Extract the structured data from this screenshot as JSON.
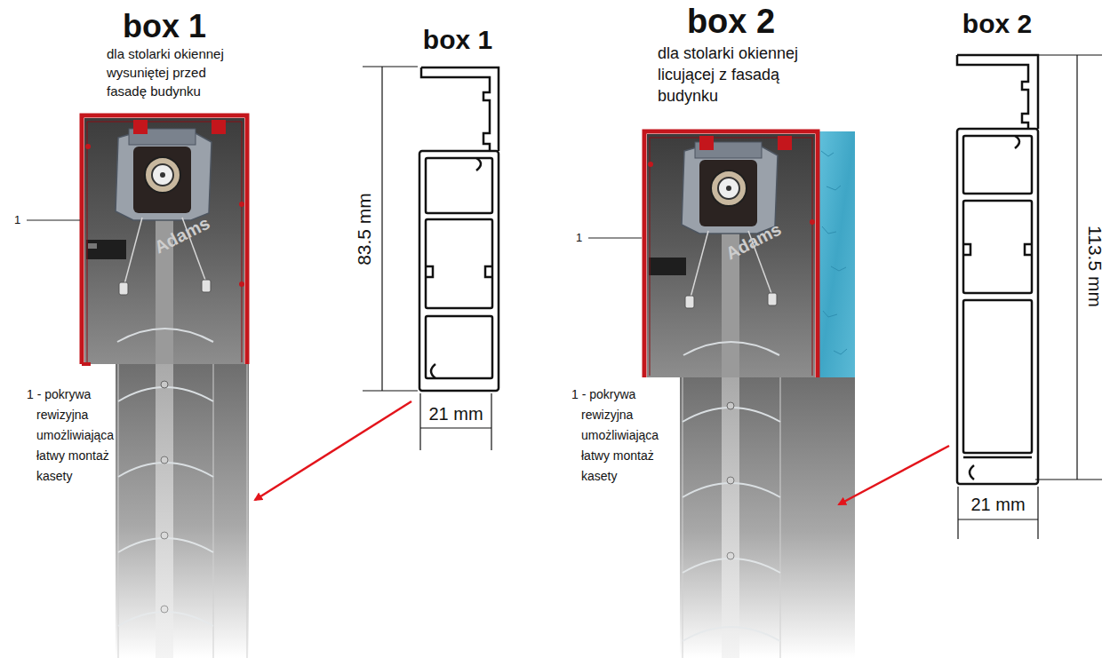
{
  "diagram": {
    "labels": [
      "box 1",
      "dla stolarki okiennej wysuniętej przed fasadę budynku",
      "box 1",
      "83.5 mm",
      "21 mm",
      "1",
      "1 - pokrywa rewizyjna umożliwiająca łatwy montaż kasety",
      "Adams",
      "box 2",
      "dla stolarki okiennej licującej z fasadą budynku",
      "box 2",
      "113.5 mm",
      "21 mm",
      "1",
      "1 - pokrywa rewizyjna umożliwiająca łatwy montaż kasety",
      "Adams"
    ]
  }
}
